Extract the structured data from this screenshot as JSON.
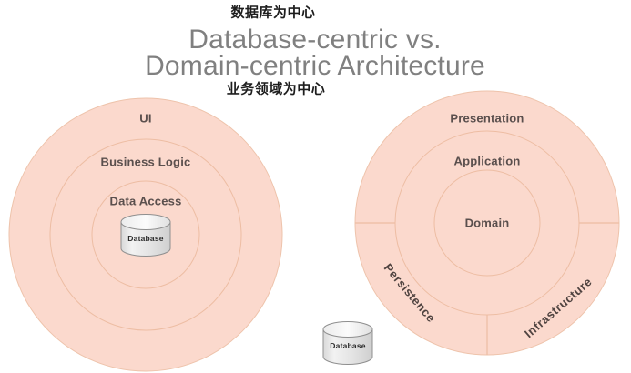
{
  "diagram": {
    "type": "concentric-circles-comparison",
    "background_color": "#ffffff",
    "fill_color": "#fbd9cd",
    "stroke_color": "#e8b99a",
    "label_color": "#5a4f4d",
    "title_color": "#808080",
    "annotation_color": "#1d1d1d"
  },
  "header": {
    "annotation_top": "数据库为中心",
    "title_line1": "Database-centric vs.",
    "title_line2": "Domain-centric Architecture",
    "annotation_bottom": "业务领域为中心"
  },
  "left_model": {
    "name": "database-centric",
    "rings": [
      {
        "label": "UI",
        "level": 1
      },
      {
        "label": "Business Logic",
        "level": 2
      },
      {
        "label": "Data Access",
        "level": 3
      }
    ],
    "cylinder": {
      "label": "Database"
    }
  },
  "right_model": {
    "name": "domain-centric",
    "rings": [
      {
        "label": "Presentation",
        "level": 1
      },
      {
        "label": "Application",
        "level": 2
      },
      {
        "label": "Domain",
        "level": 3
      }
    ],
    "sector_labels": [
      {
        "label": "Persistence",
        "rotation_deg": 50
      },
      {
        "label": "Infrastructure",
        "rotation_deg": -40
      }
    ],
    "cylinder": {
      "label": "Database"
    }
  }
}
